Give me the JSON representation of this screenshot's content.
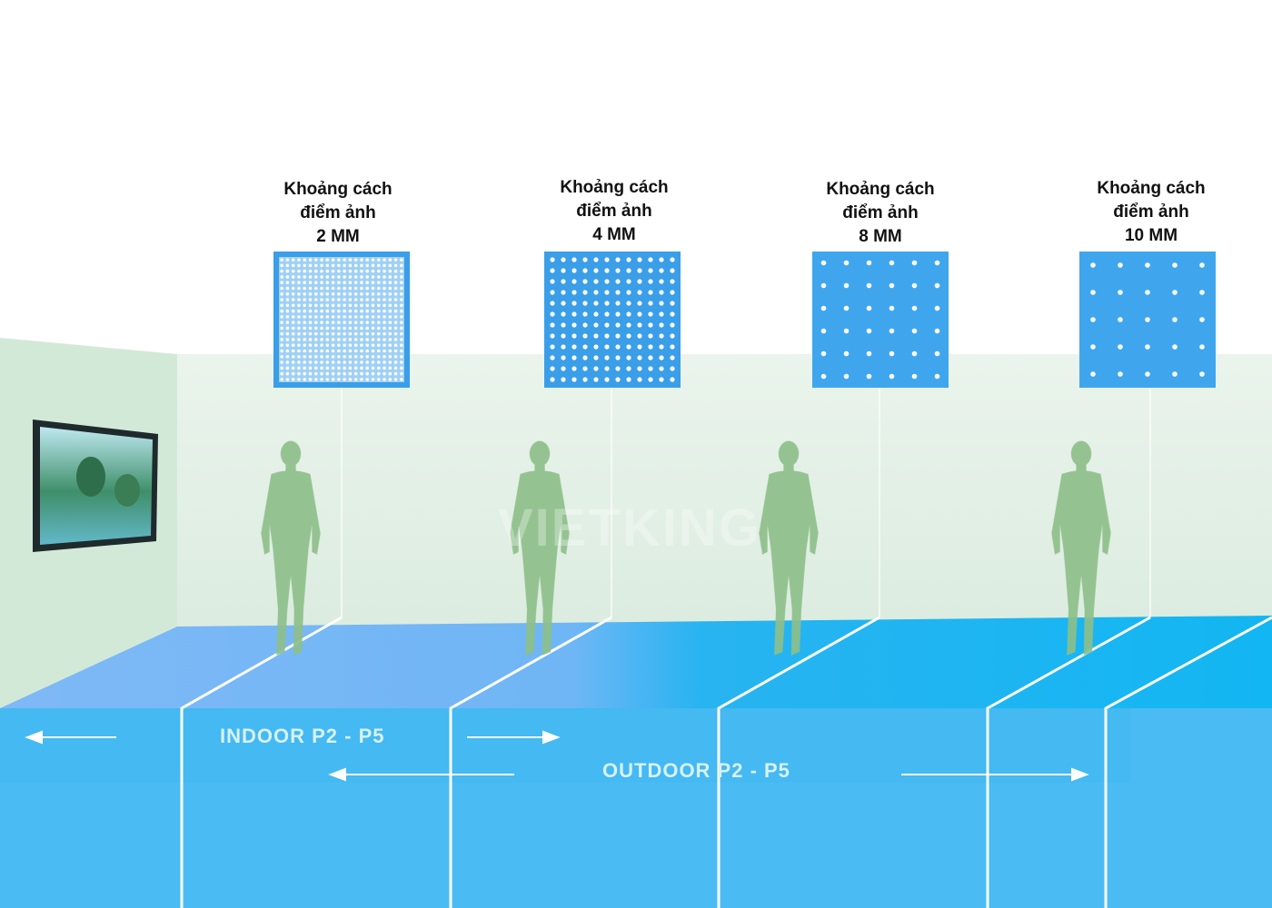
{
  "panels": [
    {
      "line1": "Khoảng cách",
      "line2": "điểm ảnh",
      "pitch": "2 MM"
    },
    {
      "line1": "Khoảng cách",
      "line2": "điểm ảnh",
      "pitch": "4 MM"
    },
    {
      "line1": "Khoảng cách",
      "line2": "điểm ảnh",
      "pitch": "8 MM"
    },
    {
      "line1": "Khoảng cách",
      "line2": "điểm ảnh",
      "pitch": "10 MM"
    }
  ],
  "zones": {
    "indoor": "INDOOR  P2 - P5",
    "outdoor": "OUTDOOR  P2 - P5"
  },
  "watermark": "VIETKING",
  "colors": {
    "floor_front": "#4bbcf3",
    "floor_top_indoor": "#80b8f7",
    "floor_top_outdoor": "#14b6f2",
    "wall": "#e6f2e9",
    "side_wall": "#d6ebdb",
    "silhouette": "#8dbf8a",
    "panel_blue": "#3a9ee8",
    "zone_text": "#d8f1ff"
  },
  "icons": [
    "led-panel-icon",
    "person-silhouette-icon",
    "tv-screen-icon",
    "arrow-left-icon",
    "arrow-right-icon"
  ]
}
